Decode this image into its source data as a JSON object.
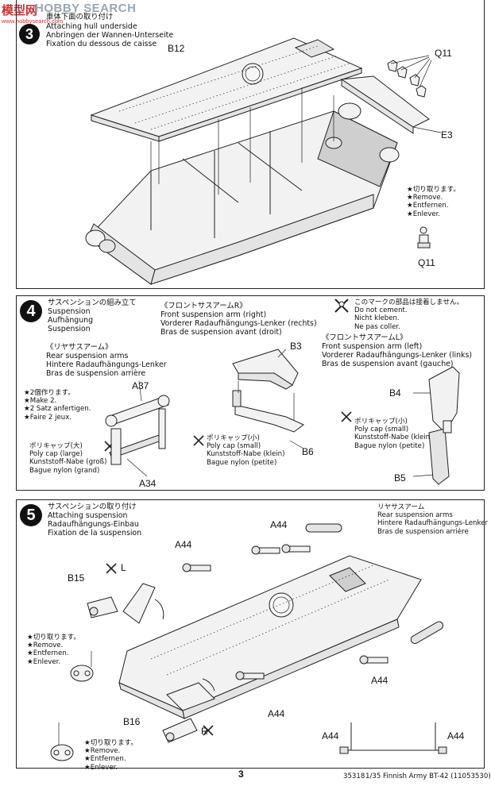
{
  "watermark": {
    "brand": "HOBBY SEARCH",
    "logo": "模型网",
    "url": "www.hobbysearch.com"
  },
  "step3": {
    "heading_jp": "車体下面の取り付け",
    "heading_en": "Attaching hull underside",
    "heading_de": "Anbringen der Wannen-Unterseite",
    "heading_fr": "Fixation du dessous de caisse",
    "labels": {
      "b12": "B12",
      "q11": "Q11",
      "e3": "E3",
      "q11b": "Q11"
    },
    "remove_note": {
      "jp": "★切り取ります。",
      "en": "★Remove.",
      "de": "★Entfernen.",
      "fr": "★Enlever."
    }
  },
  "step4": {
    "number": "4",
    "heading_jp": "サスペンションの組み立て",
    "heading_en": "Suspension",
    "heading_de": "Aufhängung",
    "heading_fr": "Suspension",
    "rear": {
      "jp": "《リヤサスアーム》",
      "en": "Rear suspension arms",
      "de": "Hintere Radaufhängungs-Lenker",
      "fr": "Bras de suspension arrière"
    },
    "front_r": {
      "jp": "《フロントサスアームR》",
      "en": "Front suspension arm (right)",
      "de": "Vorderer Radaufhängungs-Lenker (rechts)",
      "fr": "Bras de suspension avant (droit)"
    },
    "front_l": {
      "jp": "《フロントサスアームL》",
      "en": "Front suspension arm (left)",
      "de": "Vorderer Radaufhängungs-Lenker (links)",
      "fr": "Bras de suspension avant (gauche)"
    },
    "no_cement": {
      "jp": "このマークの部品は接着しません。",
      "en": "Do not cement.",
      "de": "Nicht kleben.",
      "fr": "Ne pas coller."
    },
    "make2": {
      "jp": "★2個作ります。",
      "en": "★Make 2.",
      "de": "★2 Satz anfertigen.",
      "fr": "★Faire 2 jeux."
    },
    "polycap_large": {
      "jp": "ポリキャップ(大)",
      "en": "Poly cap (large)",
      "de": "Kunststoff-Nabe (groß)",
      "fr": "Bague nylon (grand)"
    },
    "polycap_small": {
      "jp": "ポリキャップ(小)",
      "en": "Poly cap (small)",
      "de": "Kunststoff-Nabe (klein)",
      "fr": "Bague nylon (petite)"
    },
    "polycap_small2": {
      "jp": "ポリキャップ(小)",
      "en": "Poly cap (small)",
      "de": "Kunststoff-Nabe (klein)",
      "fr": "Bague nylon (petite)"
    },
    "labels": {
      "a37": "A37",
      "a34": "A34",
      "b3": "B3",
      "b6": "B6",
      "b4": "B4",
      "b5": "B5"
    }
  },
  "step5": {
    "number": "5",
    "heading_jp": "サスペンションの取り付け",
    "heading_en": "Attaching suspension",
    "heading_de": "Radaufhängungs-Einbau",
    "heading_fr": "Fixation de la suspension",
    "rear": {
      "jp": "リヤサスアーム",
      "en": "Rear suspension arms",
      "de": "Hintere Radaufhängungs-Lenker",
      "fr": "Bras de suspension arrière"
    },
    "remove1": {
      "jp": "★切り取ります。",
      "en": "★Remove.",
      "de": "★Entfernen.",
      "fr": "★Enlever."
    },
    "remove2": {
      "jp": "★切り取ります。",
      "en": "★Remove.",
      "de": "★Entfernen.",
      "fr": "★Enlever."
    },
    "labels": {
      "a44_1": "A44",
      "a44_2": "A44",
      "a44_3": "A44",
      "a44_4": "A44",
      "a44_5": "A44",
      "a44_6": "A44",
      "b15": "B15",
      "b16": "B16",
      "l": "L",
      "r": "R"
    }
  },
  "footer": {
    "page": "3",
    "code": "35318",
    "title": "1/35 Finnish Army BT-42 (11053530)"
  }
}
